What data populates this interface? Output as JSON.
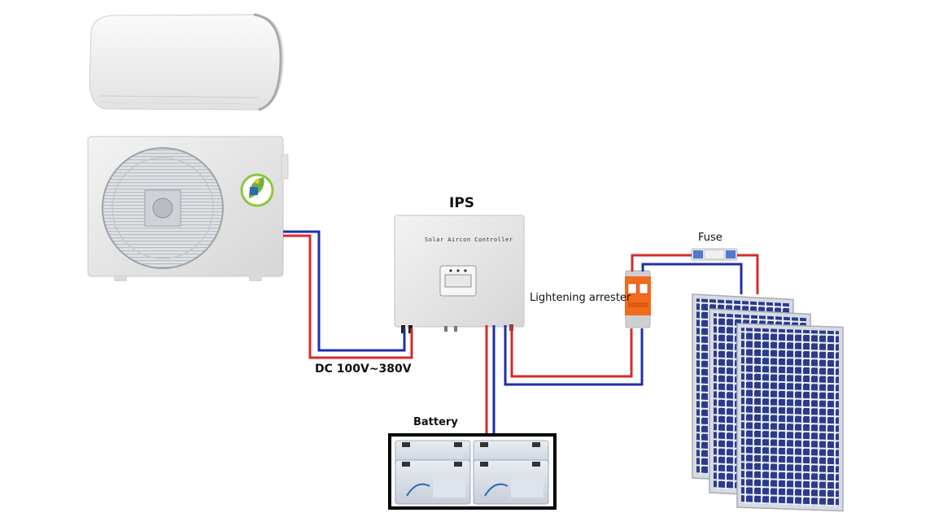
{
  "labels": {
    "ips": "IPS",
    "controller": "Solar Aircon Controller",
    "fuse": "Fuse",
    "arrester": "Lightening arrester",
    "dc_range": "DC 100V~380V",
    "battery": "Battery"
  },
  "colors": {
    "positive_wire": "#d62b2b",
    "negative_wire": "#1f2fa8",
    "arrester_body": "#f26a1b",
    "panel_cell": "#2b3a8c"
  },
  "icons": [
    "indoor-ac-unit",
    "outdoor-ac-unit",
    "solar-leaf-logo",
    "ips-controller",
    "lightning-arrester",
    "fuse",
    "battery-bank",
    "solar-panels"
  ]
}
